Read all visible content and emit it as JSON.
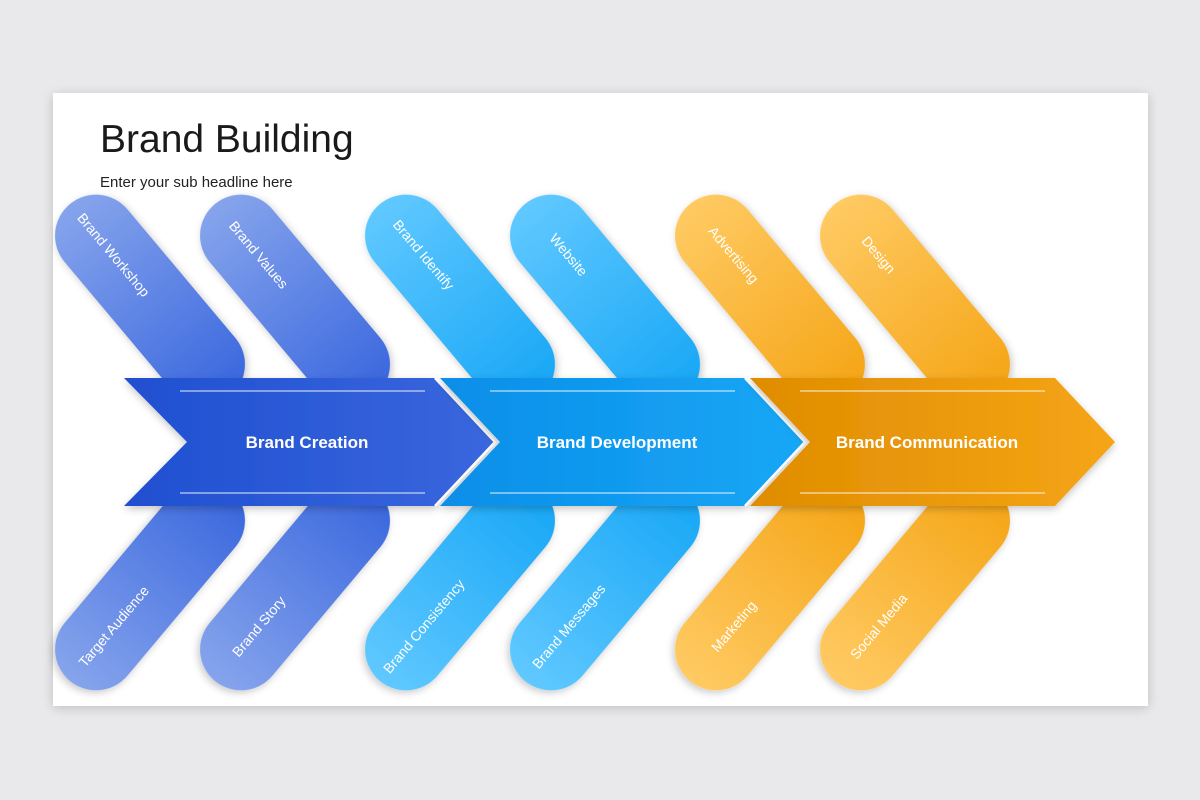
{
  "slide": {
    "title": "Brand Building",
    "subtitle": "Enter your sub headline here"
  },
  "stages": [
    {
      "label": "Brand Creation",
      "color_dark": "#1f4fd0",
      "color_mid": "#3a67de",
      "color_light": "#86a4ec",
      "top_items": [
        "Brand Workshop",
        "Brand Values"
      ],
      "bottom_items": [
        "Target Audience",
        "Brand Story"
      ]
    },
    {
      "label": "Brand Development",
      "color_dark": "#0a8ee8",
      "color_mid": "#18a7f6",
      "color_light": "#60c8ff",
      "top_items": [
        "Brand Identify",
        "Website"
      ],
      "bottom_items": [
        "Brand Consistency",
        "Brand Messages"
      ]
    },
    {
      "label": "Brand Communication",
      "color_dark": "#df8d00",
      "color_mid": "#f5a516",
      "color_light": "#ffca63",
      "top_items": [
        "Advertising",
        "Design"
      ],
      "bottom_items": [
        "Marketing",
        "Social Media"
      ]
    }
  ]
}
